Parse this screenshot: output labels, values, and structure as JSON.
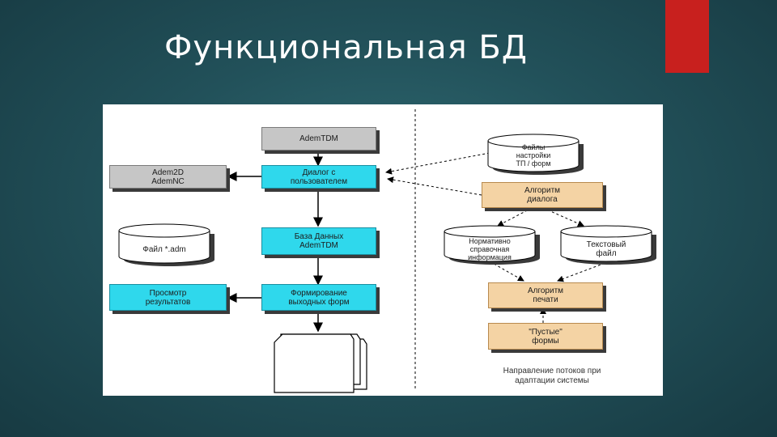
{
  "slide": {
    "title": "Функциональная БД"
  },
  "diagram": {
    "left": {
      "top_box": "AdemTDM",
      "dialog": [
        "Диалог с",
        "пользователем"
      ],
      "adem2d": [
        "Adem2D",
        "AdemNC"
      ],
      "file_adm": "Файл *.adm",
      "database": [
        "База Данных",
        "AdemTDM"
      ],
      "view_results": [
        "Просмотр",
        "результатов"
      ],
      "forming": [
        "Формирование",
        "выходных форм"
      ]
    },
    "right": {
      "settings_files": [
        "Файлы",
        "настройки",
        "ТП / форм"
      ],
      "algorithm_view": [
        "Алгоритм",
        "диалога"
      ],
      "normative": [
        "Нормативно",
        "справочная",
        "информация"
      ],
      "text_file": [
        "Текстовый",
        "файл"
      ],
      "algorithm_print": [
        "Алгоритм",
        "печати"
      ],
      "empty_forms": [
        "\"Пустые\"",
        "формы"
      ],
      "note": [
        "Направление потоков при",
        "адаптации системы"
      ]
    }
  },
  "colors": {
    "accent": "#c8201e",
    "cyan": "#2fd8ec",
    "grey": "#c6c6c6",
    "peach": "#f4d3a4",
    "background": "#22515a"
  }
}
